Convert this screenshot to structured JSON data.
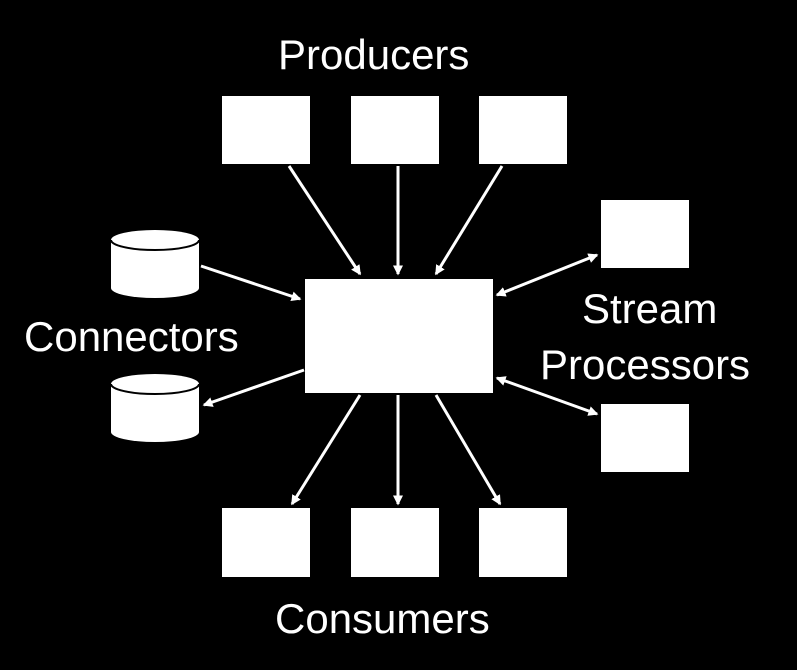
{
  "labels": {
    "producers": "Producers",
    "connectors": "Connectors",
    "stream_processors_line1": "Stream",
    "stream_processors_line2": "Processors",
    "consumers": "Consumers"
  },
  "colors": {
    "background": "#000000",
    "foreground": "#ffffff"
  }
}
